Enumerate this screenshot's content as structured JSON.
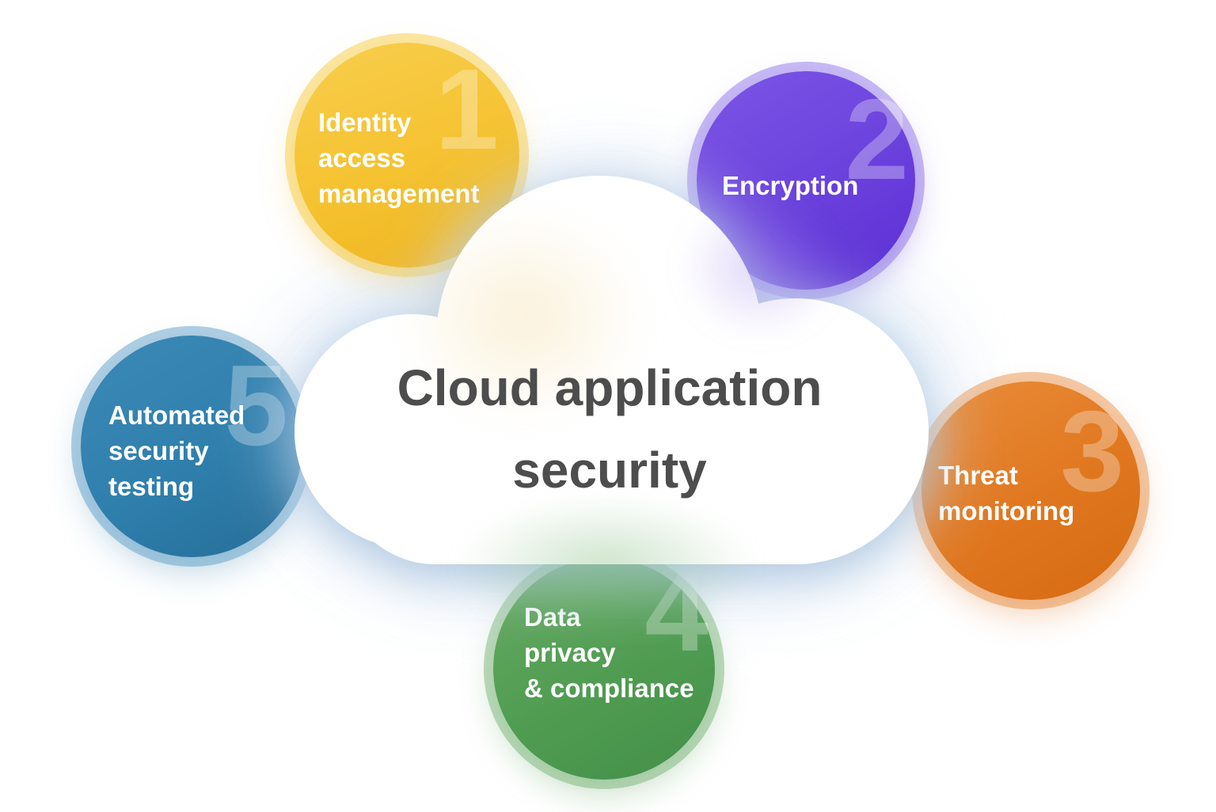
{
  "title": {
    "line1": "Cloud application",
    "line2": "security"
  },
  "circles": [
    {
      "id": "identity-access-management",
      "number": "1",
      "lines": [
        "Identity",
        "access",
        "management"
      ],
      "color": "#F5C230",
      "ring_color": "#F9DC8C",
      "text_color": "#FFFFFF"
    },
    {
      "id": "encryption",
      "number": "2",
      "lines": [
        "Encryption"
      ],
      "color": "#6B41DC",
      "ring_color": "#B4A3EC",
      "text_color": "#FFFFFF"
    },
    {
      "id": "threat-monitoring",
      "number": "3",
      "lines": [
        "Threat",
        "monitoring"
      ],
      "color": "#E0771F",
      "ring_color": "#F0B57E",
      "text_color": "#FFFFFF"
    },
    {
      "id": "data-privacy-compliance",
      "number": "4",
      "lines": [
        "Data",
        "privacy",
        "& compliance"
      ],
      "color": "#4F9C51",
      "ring_color": "#9CC99A",
      "text_color": "#FFFFFF"
    },
    {
      "id": "automated-security-testing",
      "number": "5",
      "lines": [
        "Automated",
        "security",
        "testing"
      ],
      "color": "#2F7FAD",
      "ring_color": "#9FC4DB",
      "text_color": "#FFFFFF"
    }
  ],
  "cloud": {
    "fill_color": "#FFFFFF",
    "title_color": "#4D4D4D",
    "number_overlay_color": "rgba(255,255,255,0.30)"
  }
}
